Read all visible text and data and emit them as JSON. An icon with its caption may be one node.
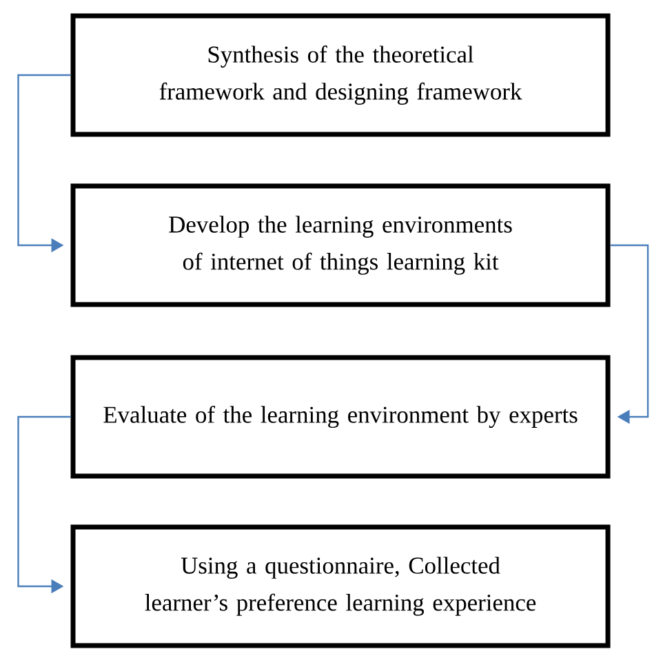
{
  "diagram": {
    "nodes": [
      {
        "text": [
          "Synthesis of the theoretical framework and designing framework"
        ]
      },
      {
        "text": [
          "Develop the learning environments of internet of things learning kit"
        ]
      },
      {
        "text": [
          "Evaluate of the learning environment by experts"
        ]
      },
      {
        "text": [
          "Using a questionnaire, Collected learner’s preference learning experience"
        ]
      }
    ],
    "edges": [
      {
        "from": 0,
        "to": 1,
        "arrow": "to"
      },
      {
        "from": 1,
        "to": 2,
        "arrow": "to"
      },
      {
        "from": 2,
        "to": 3,
        "arrow": "to"
      }
    ]
  }
}
